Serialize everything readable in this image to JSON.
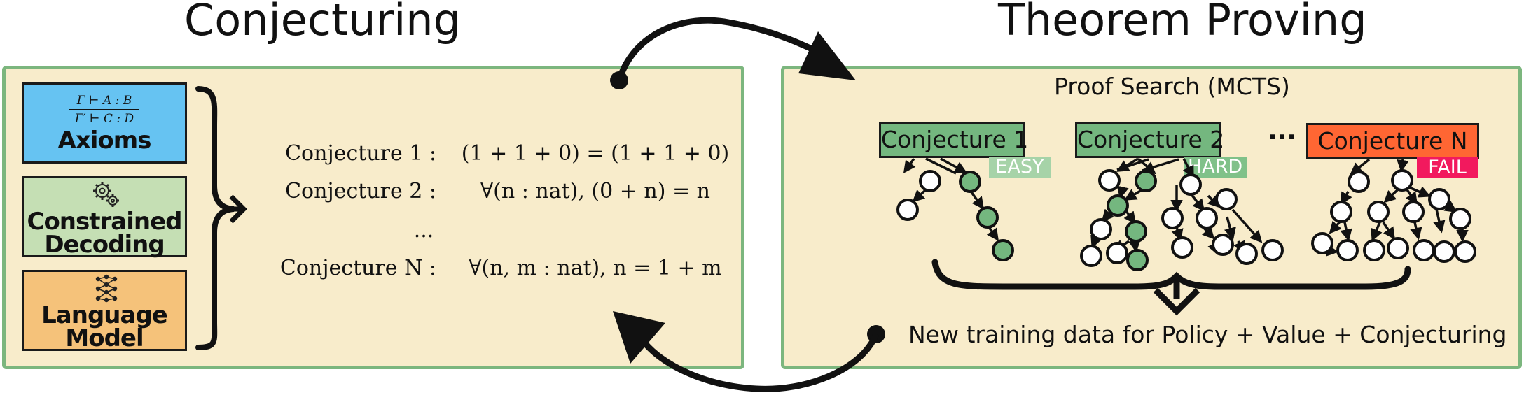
{
  "titles": {
    "conjecturing": "Conjecturing",
    "theorem_proving": "Theorem Proving"
  },
  "left_panel": {
    "axioms": {
      "rule_top": "Γ ⊢ A : B",
      "rule_bottom": "Γ′ ⊢ C : D",
      "label": "Axioms",
      "color": "#66c3f2"
    },
    "constrained_decoding": {
      "label_line1": "Constrained",
      "label_line2": "Decoding",
      "icon": "gears-icon",
      "color": "#c5dfb4"
    },
    "language_model": {
      "label_line1": "Language",
      "label_line2": "Model",
      "icon": "neural-network-icon",
      "color": "#f5c27a"
    },
    "conjectures": [
      {
        "label": "Conjecture 1 :",
        "expr": "(1 + 1 + 0) = (1 + 1 + 0)"
      },
      {
        "label": "Conjecture 2 :",
        "expr": "∀(n : nat), (0 + n) = n"
      },
      {
        "label": "",
        "expr": "..."
      },
      {
        "label": "Conjecture N :",
        "expr": "∀(n, m : nat), n = 1 + m"
      }
    ]
  },
  "right_panel": {
    "heading": "Proof Search (MCTS)",
    "ellipsis": "···",
    "conjectures": [
      {
        "label": "Conjecture 1",
        "tag": "EASY",
        "box_color": "#74b77f",
        "tag_color": "#a6d3a8"
      },
      {
        "label": "Conjecture 2",
        "tag": "HARD",
        "box_color": "#74b77f",
        "tag_color": "#80c189"
      },
      {
        "label": "Conjecture N",
        "tag": "FAIL",
        "box_color": "#ff6633",
        "tag_color": "#f2195e"
      }
    ],
    "footer": "New training data for Policy + Value + Conjecturing"
  },
  "colors": {
    "panel_bg": "#f8eccb",
    "panel_border": "#7cb67e",
    "node_green": "#74b77f"
  }
}
